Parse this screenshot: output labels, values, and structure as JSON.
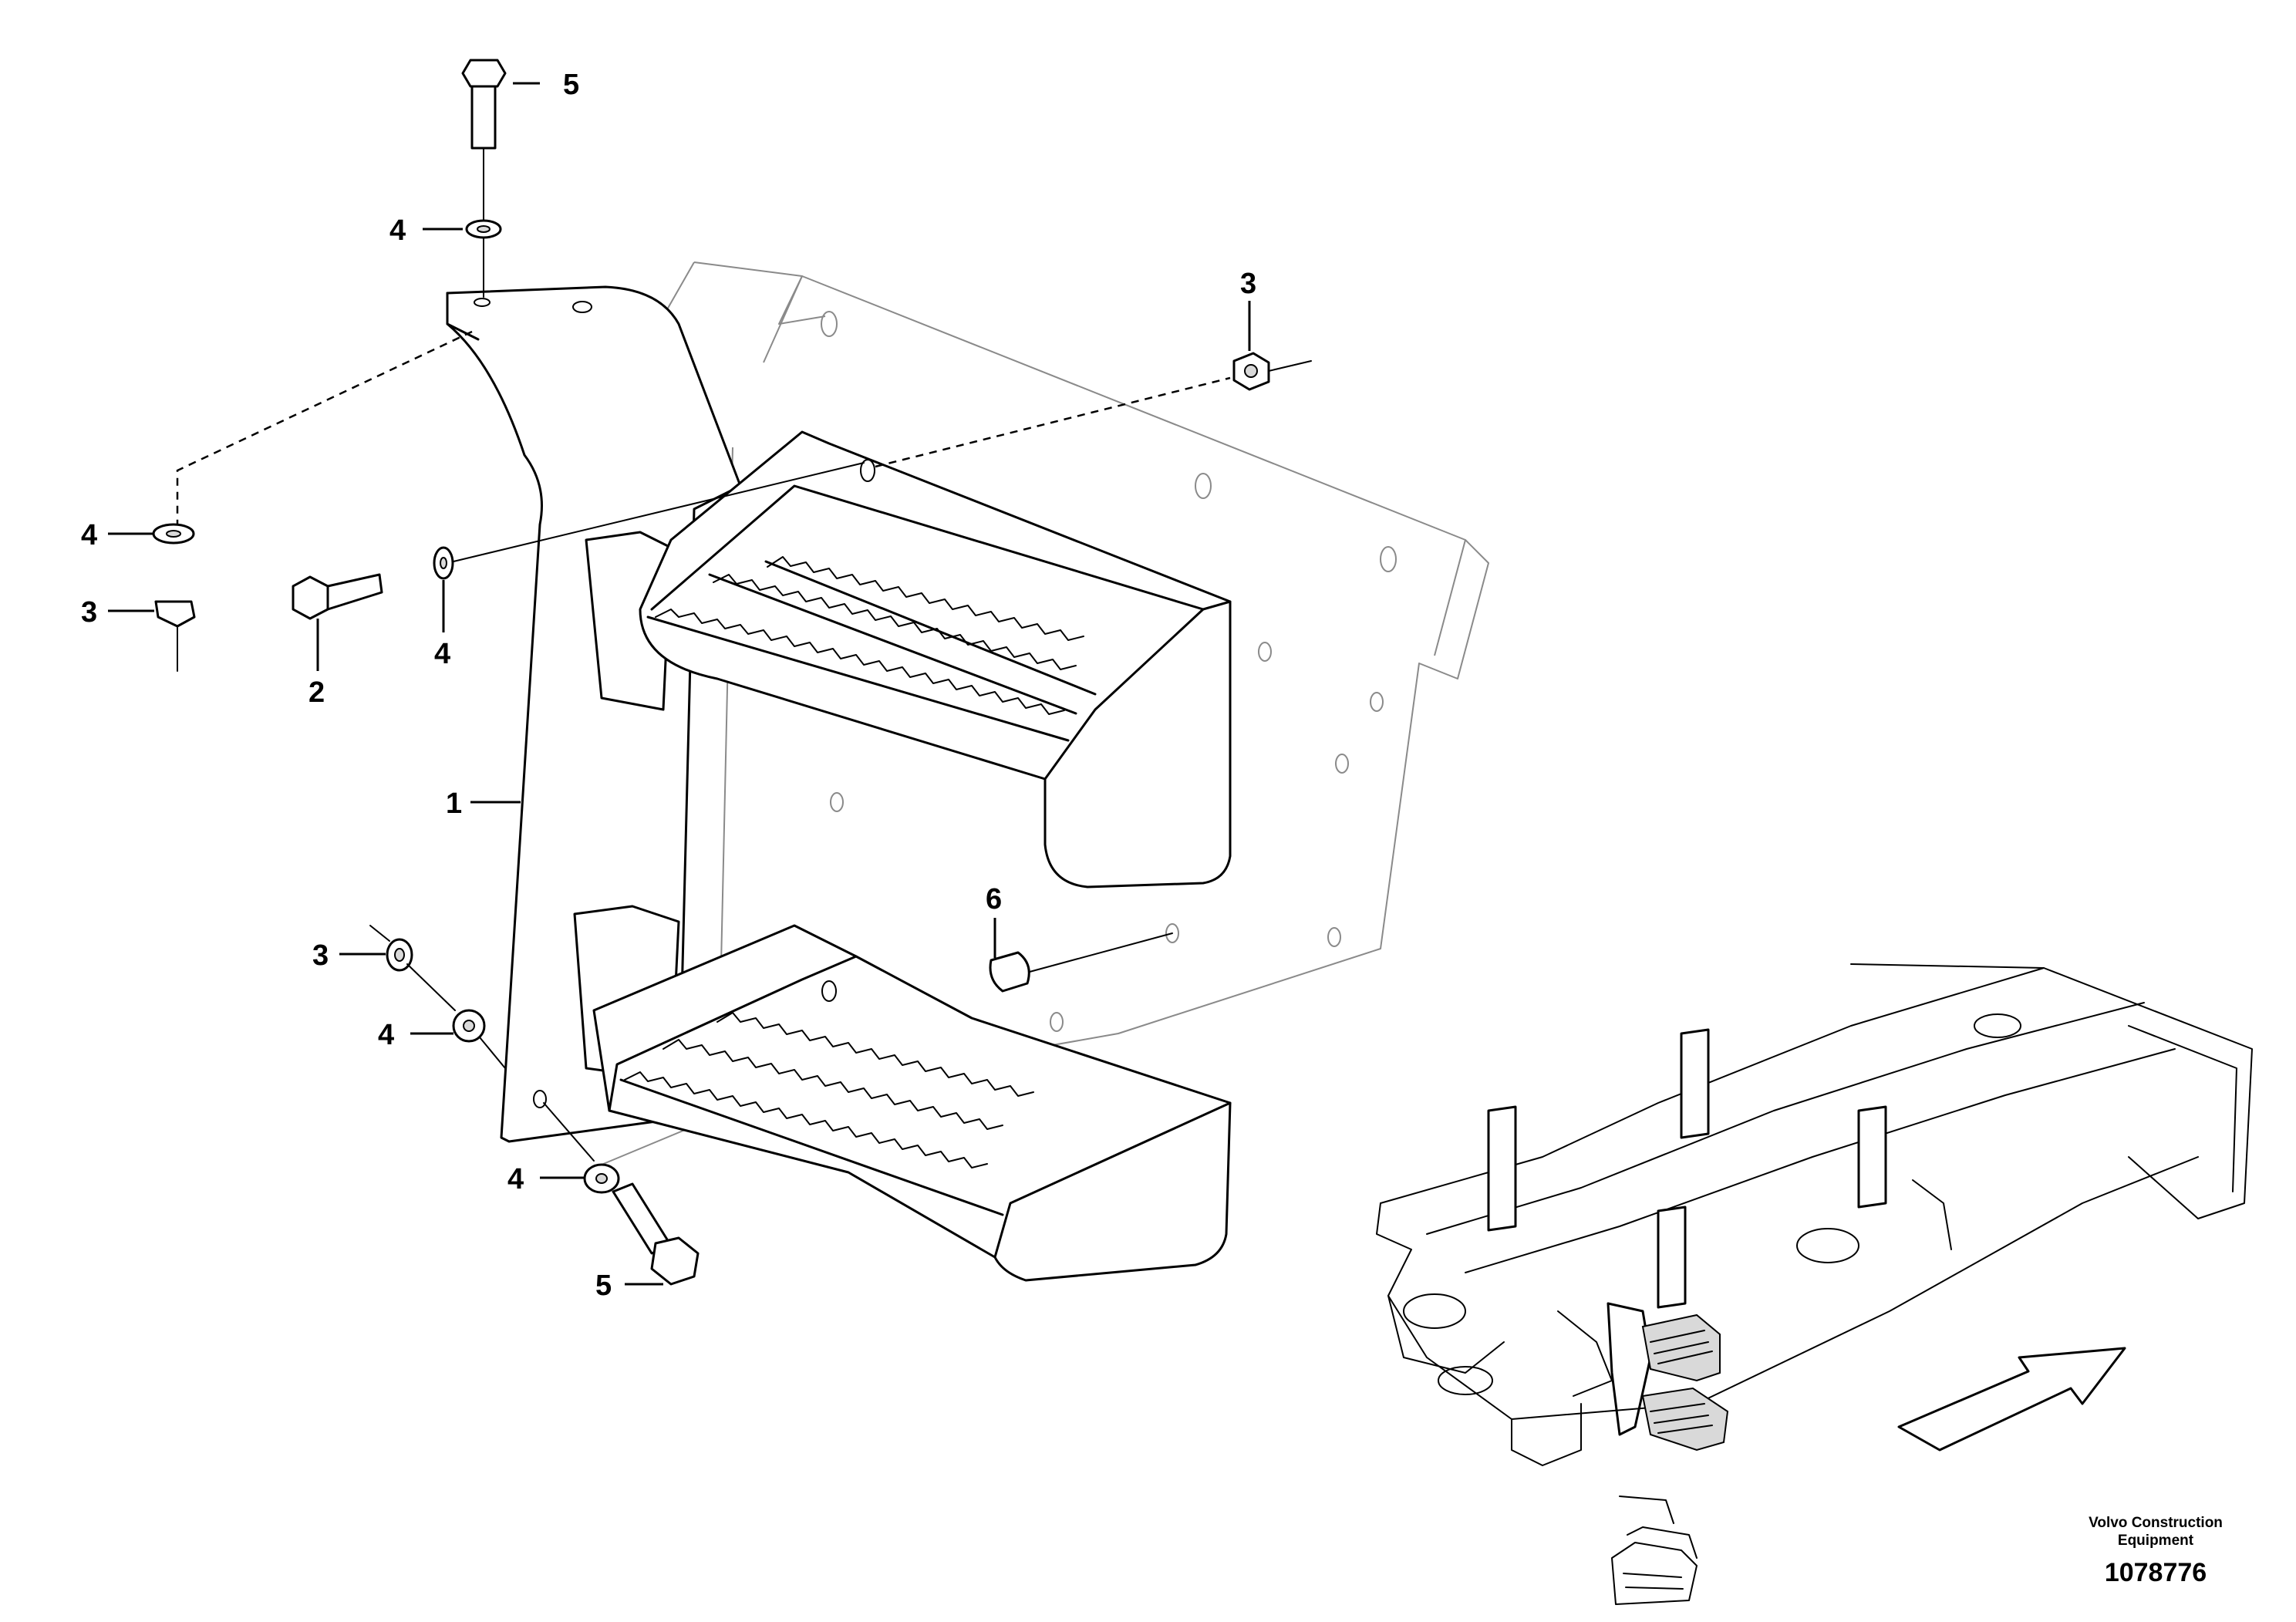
{
  "callouts": [
    "5",
    "4",
    "3",
    "4",
    "3",
    "2",
    "4",
    "1",
    "6",
    "3",
    "4",
    "4",
    "5"
  ],
  "brand": {
    "line1": "Volvo Construction",
    "line2": "Equipment",
    "drawing_number": "1078776"
  },
  "icons": {
    "direction": "hollow-arrow-icon",
    "locator": "machine-frame-overview"
  }
}
